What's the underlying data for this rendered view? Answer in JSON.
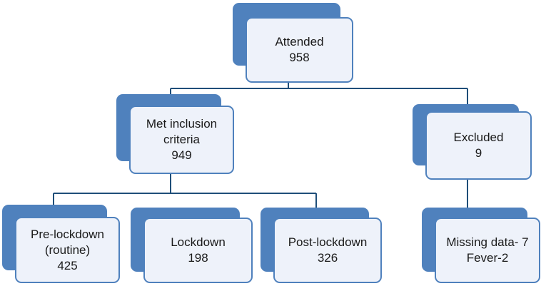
{
  "colors": {
    "accent": "#4f81bd",
    "box_fill": "#eef2fa",
    "connector": "#1f4e79",
    "text": "#1a1a1a"
  },
  "nodes": {
    "attended": {
      "label": "Attended",
      "count": "958"
    },
    "met_inclusion": {
      "label_line1": "Met inclusion",
      "label_line2": "criteria",
      "count": "949"
    },
    "excluded": {
      "label": "Excluded",
      "count": "9"
    },
    "pre_lockdown": {
      "label_line1": "Pre-lockdown",
      "label_line2": "(routine)",
      "count": "425"
    },
    "lockdown": {
      "label": "Lockdown",
      "count": "198"
    },
    "post_lockdown": {
      "label": "Post-lockdown",
      "count": "326"
    },
    "excluded_reasons": {
      "line1": "Missing data- 7",
      "line2": "Fever-2"
    }
  }
}
